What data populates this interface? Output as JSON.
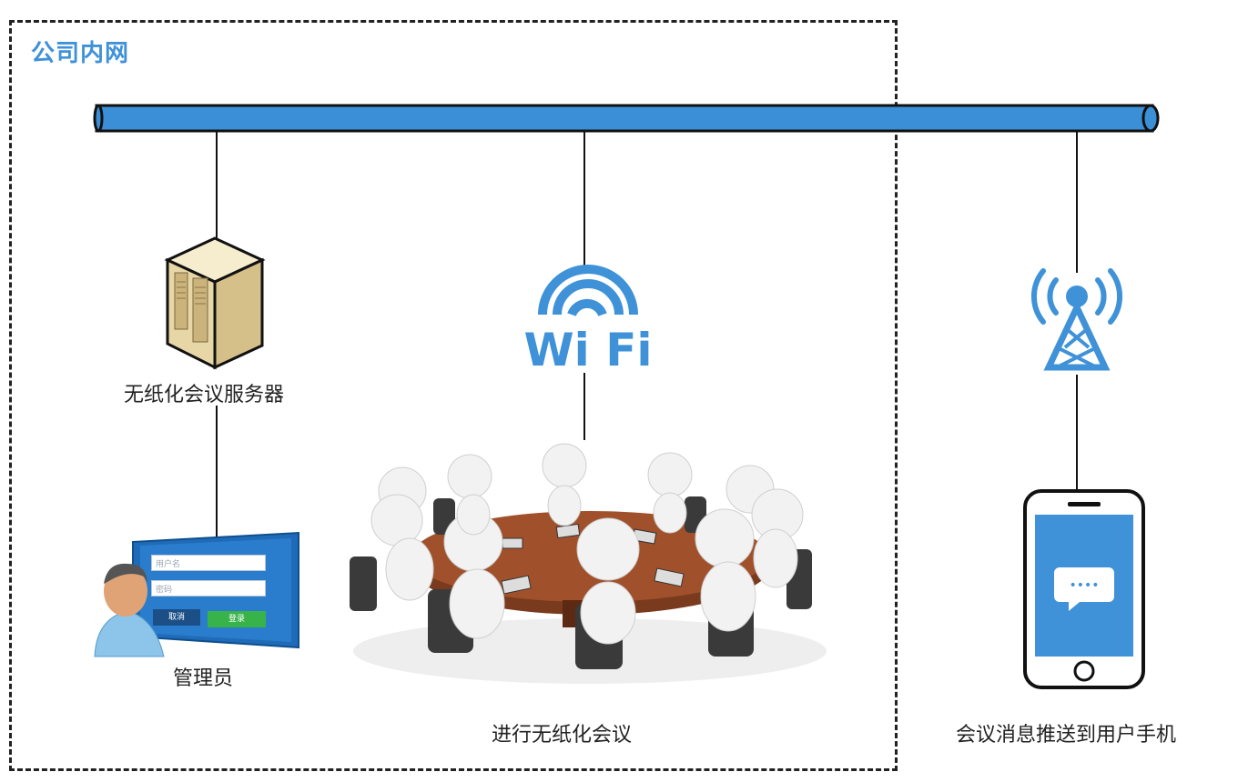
{
  "zone": {
    "label": "公司内网"
  },
  "server": {
    "label": "无纸化会议服务器"
  },
  "admin": {
    "label": "管理员",
    "login": {
      "username_placeholder": "用户名",
      "password_placeholder": "密码",
      "cancel_label": "取消",
      "login_label": "登录"
    }
  },
  "wifi": {
    "text": "Wi Fi"
  },
  "meeting": {
    "label": "进行无纸化会议"
  },
  "phone": {
    "label": "会议消息推送到用户手机",
    "bubble": "••••"
  },
  "colors": {
    "accent": "#3f92d8",
    "pipe": "#3b8fd6",
    "dark": "#1a1a1a"
  }
}
